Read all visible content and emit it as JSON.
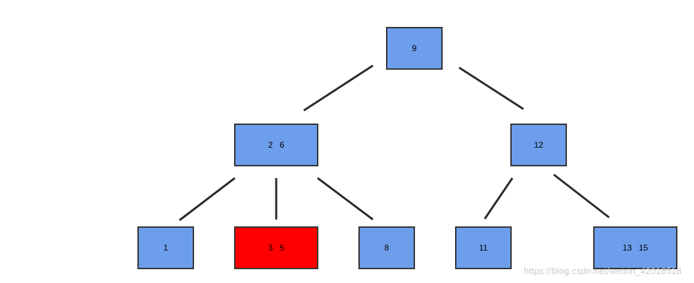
{
  "tree": {
    "root": {
      "keys": [
        "9"
      ]
    },
    "left": {
      "keys": [
        "2",
        "6"
      ]
    },
    "right": {
      "keys": [
        "12"
      ]
    },
    "left_left": {
      "keys": [
        "1"
      ]
    },
    "left_middle": {
      "keys": [
        "3",
        "5"
      ],
      "highlighted": true
    },
    "left_right": {
      "keys": [
        "8"
      ]
    },
    "right_left": {
      "keys": [
        "11"
      ]
    },
    "right_right": {
      "keys": [
        "13",
        "15"
      ]
    }
  },
  "colors": {
    "node_fill": "#6d9eeb",
    "highlight_fill": "#ff0000",
    "border": "#333333",
    "edge": "#2b2b2b"
  },
  "watermark": "https://blog.csdn.net/weixin_42018518"
}
